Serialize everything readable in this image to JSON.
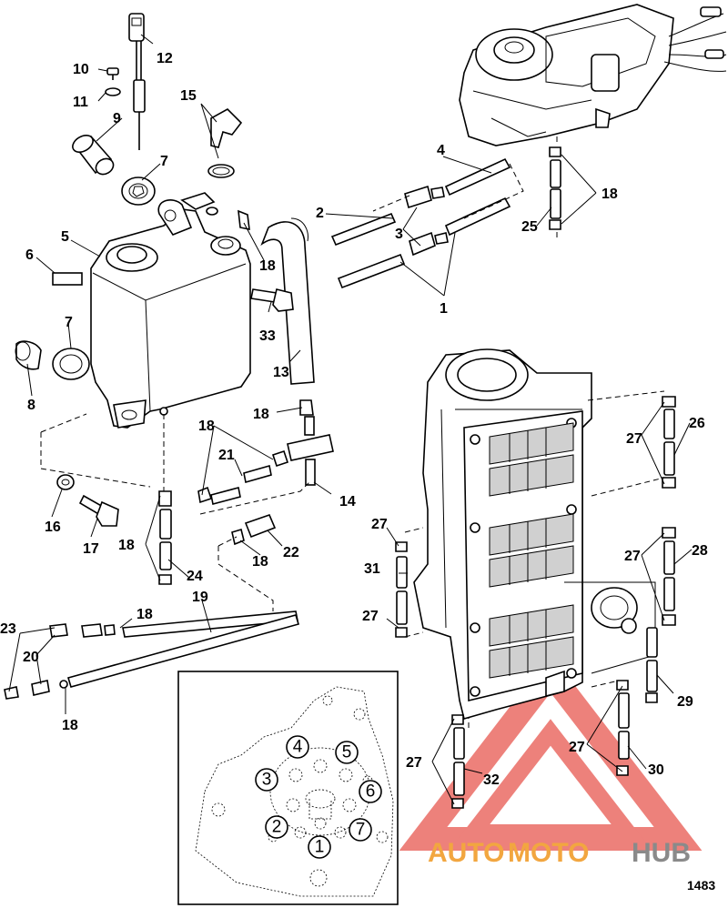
{
  "diagram_number": "1483",
  "callouts": {
    "c1": "1",
    "c2": "2",
    "c3": "3",
    "c4": "4",
    "c5": "5",
    "c6": "6",
    "c7a": "7",
    "c7b": "7",
    "c8": "8",
    "c9": "9",
    "c10": "10",
    "c11": "11",
    "c12": "12",
    "c13": "13",
    "c14": "14",
    "c15": "15",
    "c16": "16",
    "c17": "17",
    "c18a": "18",
    "c18b": "18",
    "c18c": "18",
    "c18d": "18",
    "c18e": "18",
    "c18f": "18",
    "c18g": "18",
    "c18h": "18",
    "c19": "19",
    "c20": "20",
    "c21": "21",
    "c22": "22",
    "c23": "23",
    "c24": "24",
    "c25": "25",
    "c26": "26",
    "c27a": "27",
    "c27b": "27",
    "c27c": "27",
    "c27d": "27",
    "c27e": "27",
    "c28": "28",
    "c29": "29",
    "c30": "30",
    "c31": "31",
    "c32": "32",
    "c33": "33"
  },
  "inset_sequence": [
    "1",
    "2",
    "3",
    "4",
    "5",
    "6",
    "7"
  ],
  "watermark": {
    "part1": "AUTO",
    "part2": "MOTO",
    "part3": "HUB",
    "color_orange": "#f2a640",
    "color_gray": "#8a8a8a",
    "color_red": "#e8574f"
  }
}
